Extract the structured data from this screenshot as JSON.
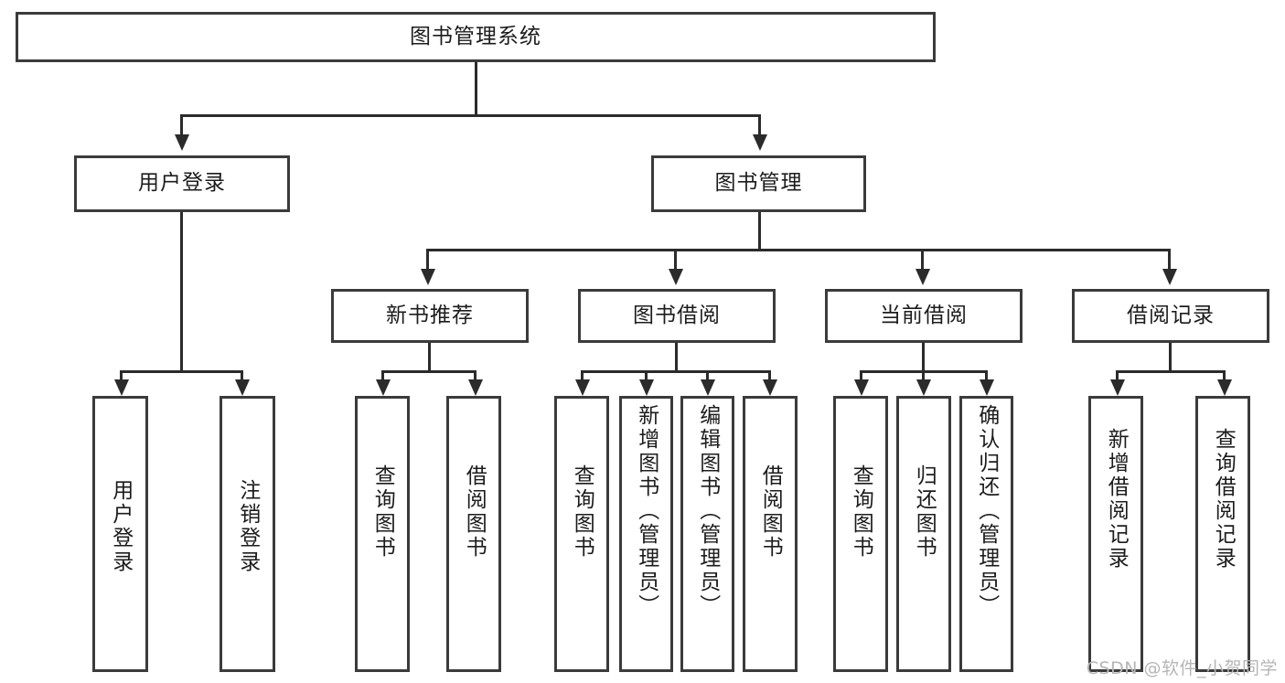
{
  "diagram": {
    "title": "图书管理系统",
    "type": "hierarchy-tree",
    "root": {
      "label": "图书管理系统",
      "children": [
        {
          "label": "用户登录",
          "children": [
            {
              "label": "用户登录"
            },
            {
              "label": "注销登录"
            }
          ]
        },
        {
          "label": "图书管理",
          "children": [
            {
              "label": "新书推荐",
              "children": [
                {
                  "label": "查询图书"
                },
                {
                  "label": "借阅图书"
                }
              ]
            },
            {
              "label": "图书借阅",
              "children": [
                {
                  "label": "查询图书"
                },
                {
                  "label": "新增图书（管理员）"
                },
                {
                  "label": "编辑图书（管理员）"
                },
                {
                  "label": "借阅图书"
                }
              ]
            },
            {
              "label": "当前借阅",
              "children": [
                {
                  "label": "查询图书"
                },
                {
                  "label": "归还图书"
                },
                {
                  "label": "确认归还（管理员）"
                }
              ]
            },
            {
              "label": "借阅记录",
              "children": [
                {
                  "label": "新增借阅记录"
                },
                {
                  "label": "查询借阅记录"
                }
              ]
            }
          ]
        }
      ]
    }
  },
  "nodes": {
    "root": "图书管理系统",
    "l2_user_login": "用户登录",
    "l2_book_mgmt": "图书管理",
    "l3_new_book": "新书推荐",
    "l3_borrow": "图书借阅",
    "l3_current": "当前借阅",
    "l3_record": "借阅记录",
    "leaf_user_login": "用户登录",
    "leaf_logout": "注销登录",
    "leaf_nb_query": "查询图书",
    "leaf_nb_borrow": "借阅图书",
    "leaf_b_query": "查询图书",
    "leaf_b_add": "新增图书（管理员）",
    "leaf_b_edit": "编辑图书（管理员）",
    "leaf_b_borrow": "借阅图书",
    "leaf_c_query": "查询图书",
    "leaf_c_return": "归还图书",
    "leaf_c_confirm": "确认归还（管理员）",
    "leaf_r_add": "新增借阅记录",
    "leaf_r_query": "查询借阅记录"
  },
  "watermark": {
    "text": "CSDN @软件_小贺同学"
  },
  "colors": {
    "stroke": "#3b3b3b",
    "connector": "#2b2b2b",
    "background": "#ffffff",
    "text": "#1c1c1c",
    "watermark": "#b6b6b6"
  }
}
